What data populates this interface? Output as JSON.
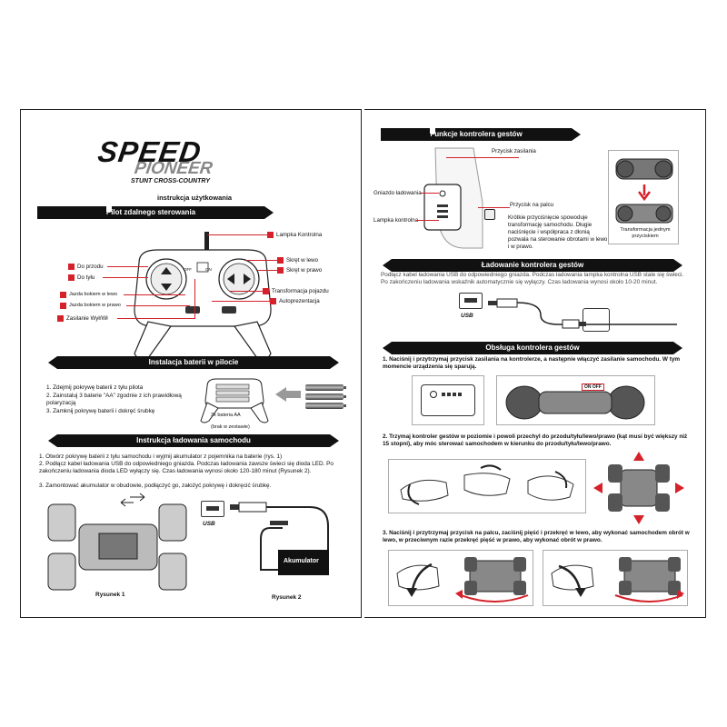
{
  "left": {
    "logo": {
      "speed": "SPEED",
      "pioneer": "PIONEER",
      "tagline": "STUNT CROSS-COUNTRY"
    },
    "manual_title": "instrukcja użytkowania",
    "remote_section": {
      "title": "Pilot zdalnego sterowania",
      "labels": {
        "do_przodu": "Do przodu",
        "do_tylu": "Do tyłu",
        "jazda_lewo": "Jazda bokiem w lewo",
        "jazda_prawo": "Jazda bokiem w prawo",
        "zasilanie": "Zasilanie Wył/Wł",
        "lampka": "Lampka Kontrolna",
        "skret_lewo": "Skręt w lewo",
        "skret_prawo": "Skręt w prawo",
        "transformacja": "Transformacja pojazdu",
        "autoprezentacja": "Autoprezentacja",
        "switch_off": "OFF",
        "switch_on": "ON"
      }
    },
    "battery_section": {
      "title": "Instalacja baterii w pilocie",
      "steps": [
        "1. Zdejmij pokrywę baterii z tyłu pilota",
        "2. Zainstaluj 3 baterie \"AA\" zgodnie z ich prawidłową polaryzacją",
        "3. Zamknij pokrywę baterii i dokręć śrubkę"
      ],
      "note_line1": "3x bateria AA",
      "note_line2": "(brak w zestawie)"
    },
    "charging_section": {
      "title": "Instrukcja ładowania samochodu",
      "steps": [
        "1. Otwórz pokrywę baterii z tyłu samochodu i wyjmij akumulator z pojemnika na baterie (rys. 1)",
        "2. Podłącz kabel ładowania USB do odpowiedniego gniazda. Podczas ładowania zawsze świeci się dioda LED.  Po zakończeniu ładowania dioda LED wyłączy się. Czas ładowania wynosi około 120-180 minut (Rysunek 2).",
        "3. Zamontować akumulator w obudowie, podłączyć go, założyć pokrywę i dokręcić śrubkę."
      ],
      "fig1": "Rysunek 1",
      "fig2": "Rysunek 2",
      "accumulator": "Akumulator",
      "usb": "USB"
    }
  },
  "right": {
    "gesture_functions": {
      "title": "Funkcje kontrolera gestów",
      "power_button": "Przycisk zasilania",
      "charge_port": "Gniazdo ładowania",
      "indicator": "Lampka kontrolna",
      "finger_button": "Przycisk na palcu",
      "finger_desc": "Krótkie przyciśnięcie spowoduje transformację samochodu. Długie naciśnięcie i współpraca z dłonią pozwala na sterowanie obrotami w lewo i w prawo.",
      "transform_caption": "Transformacja jednym przyciskiem"
    },
    "charging": {
      "title": "Ładowanie kontrolera gestów",
      "text": "Podłącz kabel ładowania USB do odpowiedniego gniazda. Podczas ładowania lampka kontrolna USB stale się świeci. Po zakończeniu ładowania wskaźnik automatycznie się wyłączy. Czas ładowania wynosi około 10-20 minut.",
      "usb": "USB"
    },
    "operation": {
      "title": "Obsługa kontrolera gestów",
      "step1": "1. Naciśnij i przytrzymaj przycisk zasilania na kontrolerze, a następnie włączyć zasilanie samochodu. W tym momencie urządzenia się sparują.",
      "switch_label": "ON OFF",
      "step2": "2. Trzymaj kontroler gestów w poziomie i powoli przechyl do przodu/tyłu/lewo/prawo (kąt musi być większy niż 15 stopni), aby móc sterować samochodem w kierunku do przodu/tyłu/lewo/prawo.",
      "step3": "3. Naciśnij i przytrzymaj przycisk na palcu, zaciśnij pięść i przekręć w lewo, aby wykonać samochodem obrót w lewo, w przeciwnym razie przekręć pięść w prawo, aby wykonać obrót w prawo."
    }
  },
  "colors": {
    "accent": "#d4212a",
    "ink": "#111111"
  }
}
